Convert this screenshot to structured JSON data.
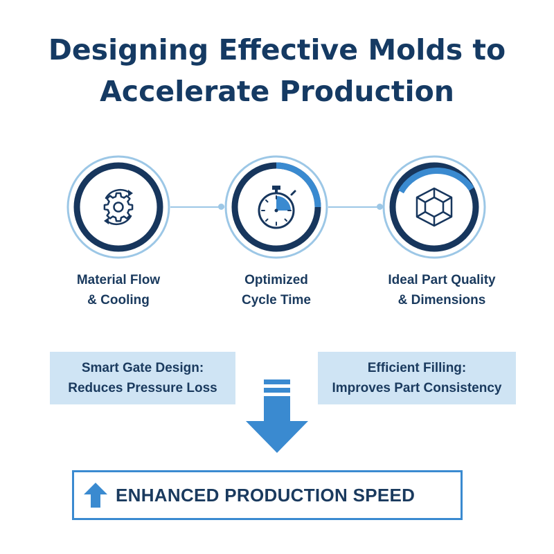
{
  "title": {
    "line1": "Designing Effective Molds to",
    "line2": "Accelerate Production"
  },
  "steps": [
    {
      "icon": "gear-cycle-icon",
      "label_line1": "Material Flow",
      "label_line2": "& Cooling"
    },
    {
      "icon": "stopwatch-icon",
      "label_line1": "Optimized",
      "label_line2": "Cycle Time"
    },
    {
      "icon": "cube-icon",
      "label_line1": "Ideal Part Quality",
      "label_line2": "& Dimensions"
    }
  ],
  "callouts": [
    {
      "line1": "Smart Gate Design:",
      "line2": "Reduces Pressure Loss"
    },
    {
      "line1": "Efficient Filling:",
      "line2": "Improves Part Consistency"
    }
  ],
  "result": {
    "text": "ENHANCED PRODUCTION SPEED",
    "icon": "up-arrow-icon"
  },
  "colors": {
    "title": "#153a63",
    "ring_dark": "#17365d",
    "ring_light": "#9cc7e6",
    "accent": "#3a8ad0",
    "callout_bg": "#cfe4f4"
  }
}
